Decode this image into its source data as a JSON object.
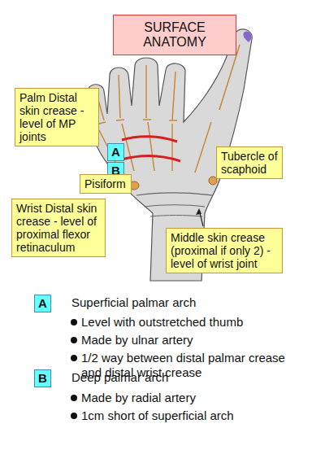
{
  "diagram": {
    "title": "SURFACE ANATOMY",
    "nodes": [
      {
        "text": [
          "Palm Distal skin crease - level of MP joints"
        ]
      },
      {
        "text": [
          "A"
        ]
      },
      {
        "text": [
          "B"
        ]
      },
      {
        "text": [
          "Pisiform"
        ]
      },
      {
        "text": [
          "Tubercle of scaphoid"
        ]
      },
      {
        "text": [
          "Wrist Distal skin crease - level of proximal flexor retinaculum"
        ]
      },
      {
        "text": [
          "Middle skin crease (proximal if only 2) - level of wrist joint"
        ]
      },
      {
        "text": [
          "A"
        ]
      },
      {
        "text": [
          "B"
        ]
      }
    ],
    "labels": [
      "Superficial palmar arch",
      "Level with outstretched thumb",
      "Made by ulnar artery",
      "1/2 way between distal palmar crease and distal wrist crease",
      "Deep palmar arch",
      "Made by radial artery",
      "1cm short of superficial arch"
    ]
  }
}
